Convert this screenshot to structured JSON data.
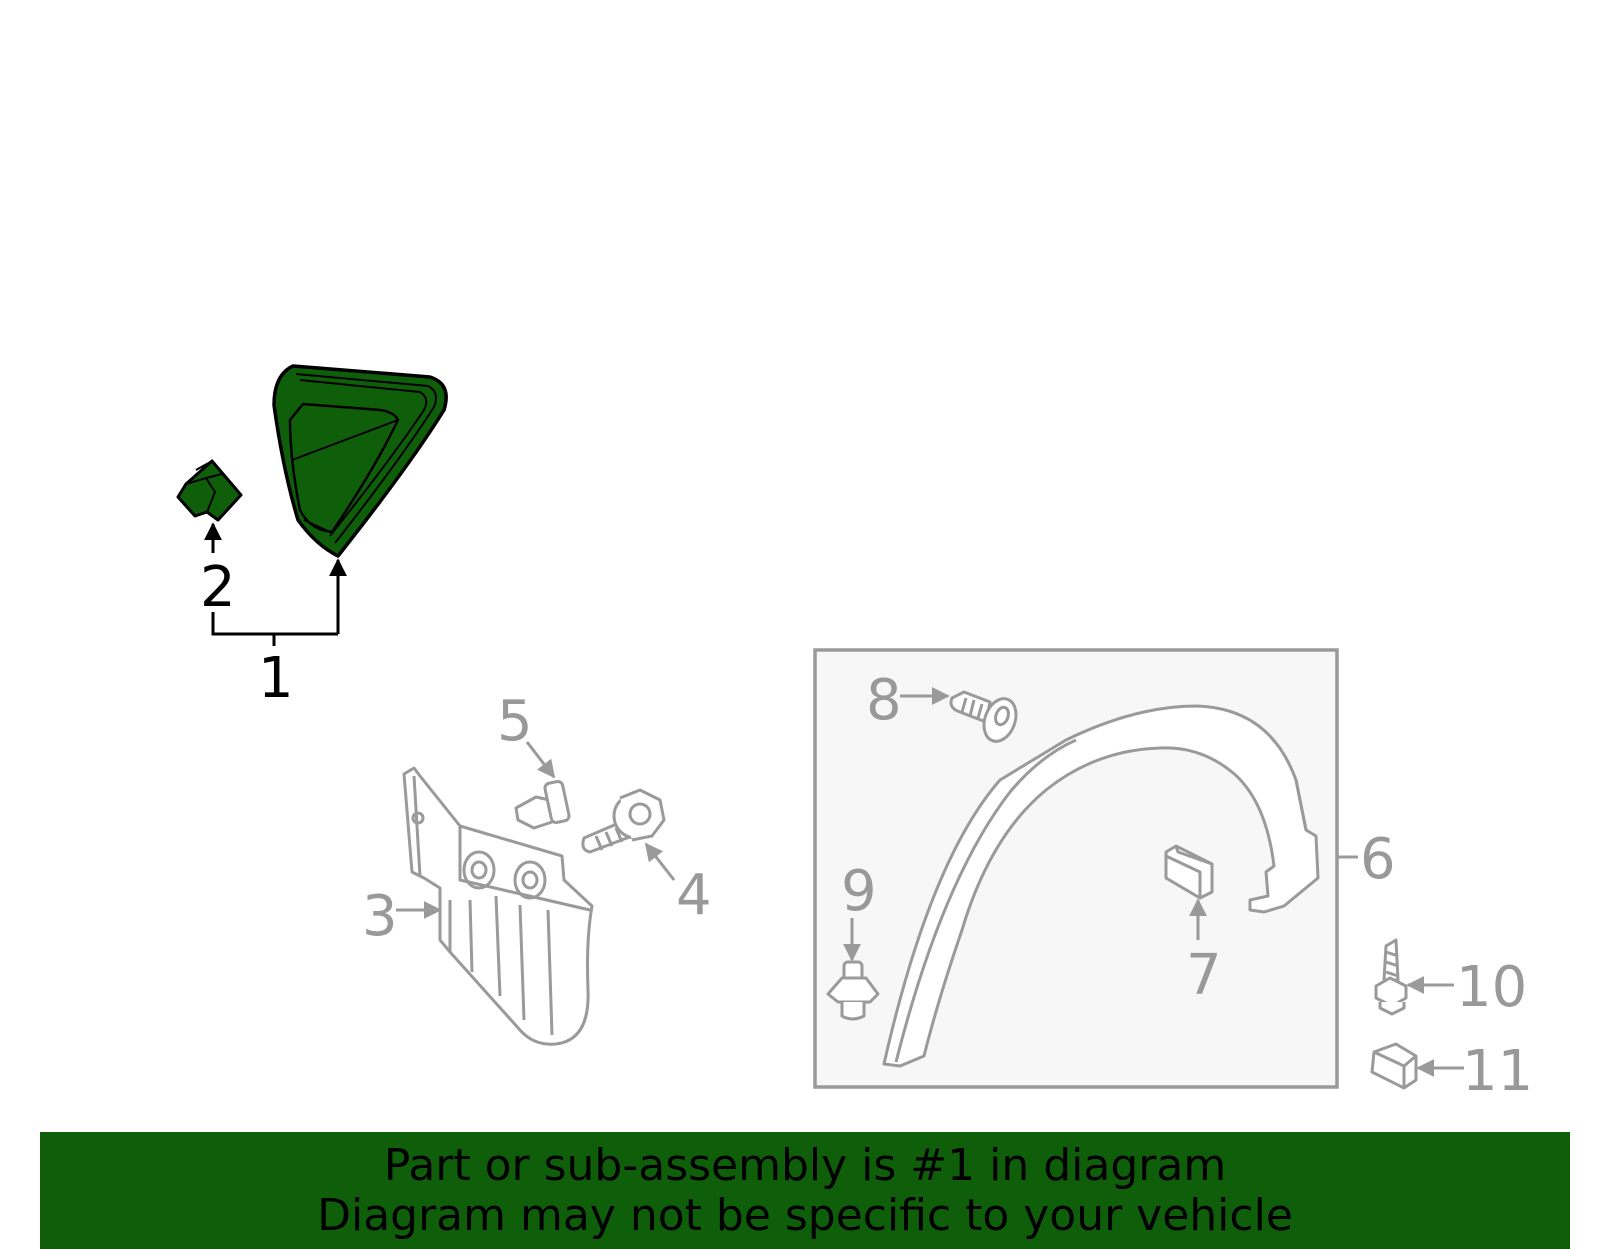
{
  "callouts": {
    "c1": "1",
    "c2": "2",
    "c3": "3",
    "c4": "4",
    "c5": "5",
    "c6": "6",
    "c7": "7",
    "c8": "8",
    "c9": "9",
    "c10": "10",
    "c11": "11"
  },
  "banner": {
    "line1": "Part or sub-assembly is #1 in diagram",
    "line2": "Diagram may not be specific to your vehicle"
  },
  "colors": {
    "highlight_fill": "#0f5f0a",
    "outline_dark": "#000000",
    "outline_grey": "#9a9a9a",
    "subassembly_box_bg": "#f7f7f7"
  }
}
